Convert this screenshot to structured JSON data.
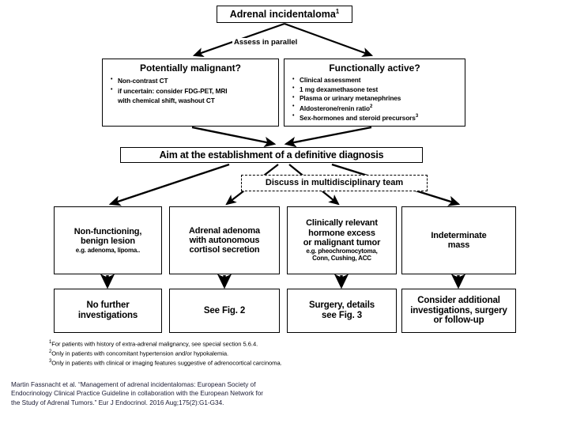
{
  "figure": {
    "top_node": {
      "label": "Adrenal incidentaloma",
      "superscript": "1"
    },
    "parallel_label": "Assess in parallel",
    "assessments": [
      {
        "heading": "Potentially malignant?",
        "items": [
          {
            "text": "Non-contrast CT",
            "cont": ""
          },
          {
            "text": "if uncertain: consider FDG-PET, MRI",
            "cont": "with chemical shift, washout CT"
          }
        ]
      },
      {
        "heading": "Functionally active?",
        "items": [
          {
            "text": "Clinical assessment",
            "cont": ""
          },
          {
            "text": "1 mg dexamethasone  test",
            "cont": ""
          },
          {
            "text": "Plasma or urinary metanephrines",
            "cont": ""
          },
          {
            "text": "Aldosterone/renin  ratio",
            "sup": "2",
            "cont": ""
          },
          {
            "text": "Sex-hormones  and steroid precursors",
            "sup": "3",
            "cont": ""
          }
        ]
      }
    ],
    "aim_node": "Aim at the establishment of a definitive diagnosis",
    "mdt_node": "Discuss in multidisciplinary team",
    "outcomes": [
      {
        "line1": "Non-functioning,",
        "line2": "benign lesion",
        "note": "e.g. adenoma,  lipoma.."
      },
      {
        "line1": "Adrenal adenoma",
        "line2": "with autonomous",
        "line3": "cortisol secretion",
        "note": ""
      },
      {
        "line1": "Clinically relevant",
        "line2": "hormone excess",
        "line3": "or malignant tumor",
        "note": "e.g. pheochromocytoma,",
        "note2": "Conn, Cushing, ACC"
      },
      {
        "line1": "Indeterminate",
        "line2": "mass",
        "note": ""
      }
    ],
    "actions": [
      {
        "line1": "No further",
        "line2": "investigations",
        "line3": ""
      },
      {
        "line1": "See Fig. 2",
        "line2": "",
        "line3": ""
      },
      {
        "line1": "Surgery, details",
        "line2": "see Fig. 3",
        "line3": ""
      },
      {
        "line1": "Consider additional",
        "line2": "investigations, surgery",
        "line3": "or follow-up"
      }
    ],
    "footnotes": [
      {
        "marker": "1",
        "text": "For patients with history of extra-adrenal malignancy, see special section 5.6.4."
      },
      {
        "marker": "2",
        "text": "Only in patients with concomitant hypertension and/or hypokalemia."
      },
      {
        "marker": "3",
        "text": "Only in patients with clinical or imaging features suggestive of adrenocortical carcinoma."
      }
    ],
    "citation": "Martin Fassnacht et al. “Management of adrenal incidentalomas: European Society of Endocrinology Clinical Practice Guideline in collaboration with the European Network for the Study of Adrenal Tumors.” Eur J Endocrinol. 2016 Aug;175(2):G1-G34."
  },
  "colors": {
    "stroke": "#000000",
    "background": "#ffffff",
    "citation_text": "#1a1a33"
  }
}
